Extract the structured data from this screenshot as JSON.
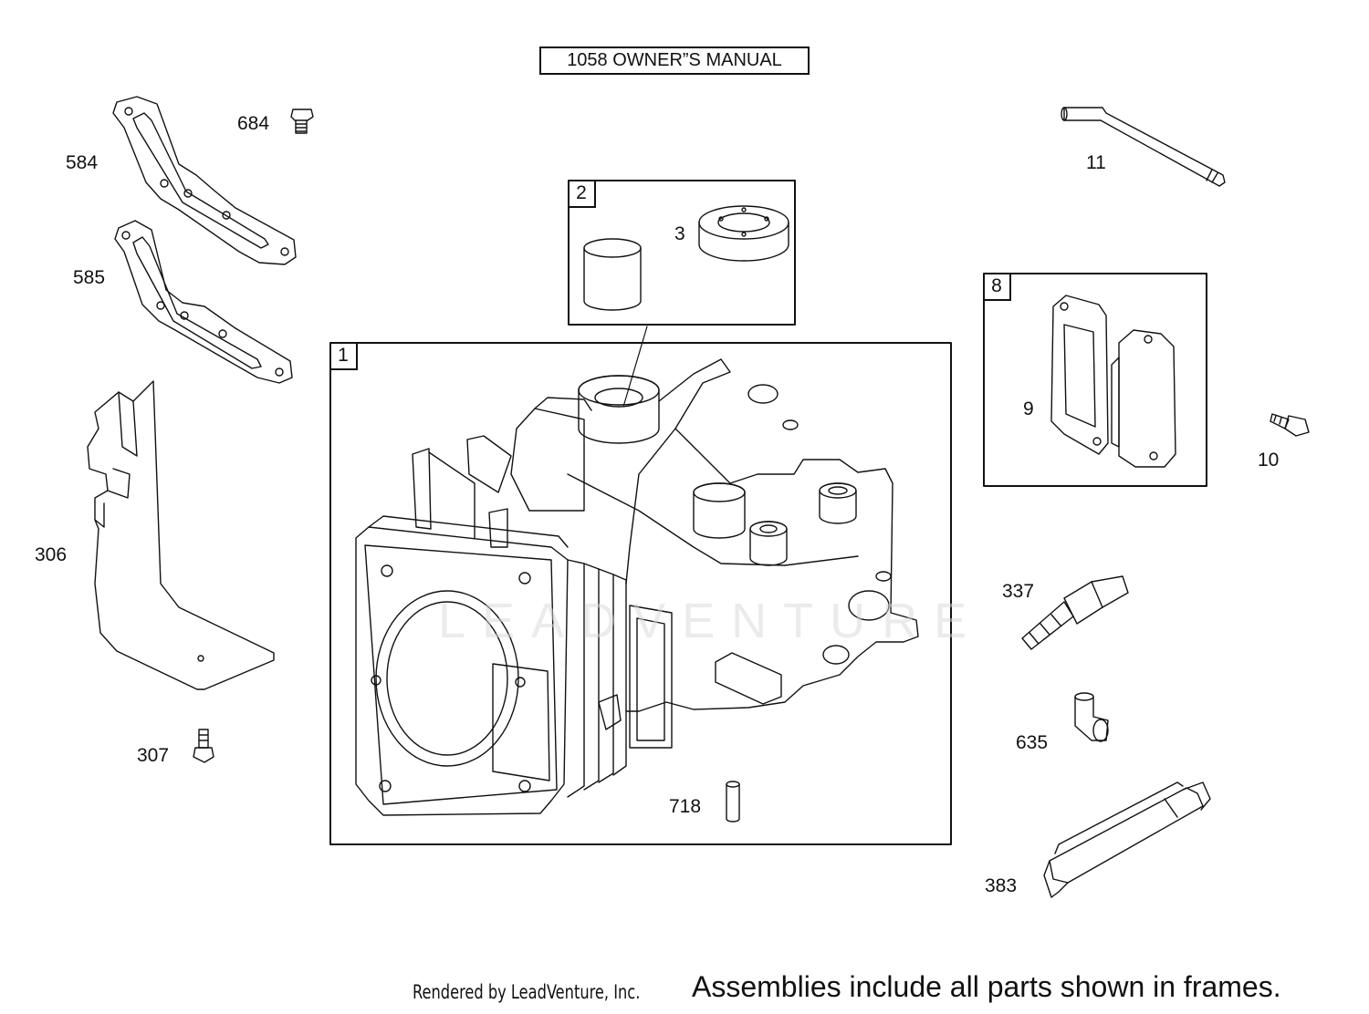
{
  "title": "1058 OWNER”S MANUAL",
  "frames": [
    {
      "tag": "1"
    },
    {
      "tag": "2"
    },
    {
      "tag": "8"
    }
  ],
  "callouts": {
    "p684": "684",
    "p584": "584",
    "p585": "585",
    "p306": "306",
    "p307": "307",
    "p3": "3",
    "p718": "718",
    "p11": "11",
    "p9": "9",
    "p10": "10",
    "p337": "337",
    "p635": "635",
    "p383": "383"
  },
  "watermark": "LEADVENTURE",
  "rendered_by": "Rendered by LeadVenture, Inc.",
  "footer": "Assemblies include all parts shown in frames.",
  "colors": {
    "line": "#111111",
    "watermark": "#d9d9d9",
    "background": "#ffffff"
  }
}
